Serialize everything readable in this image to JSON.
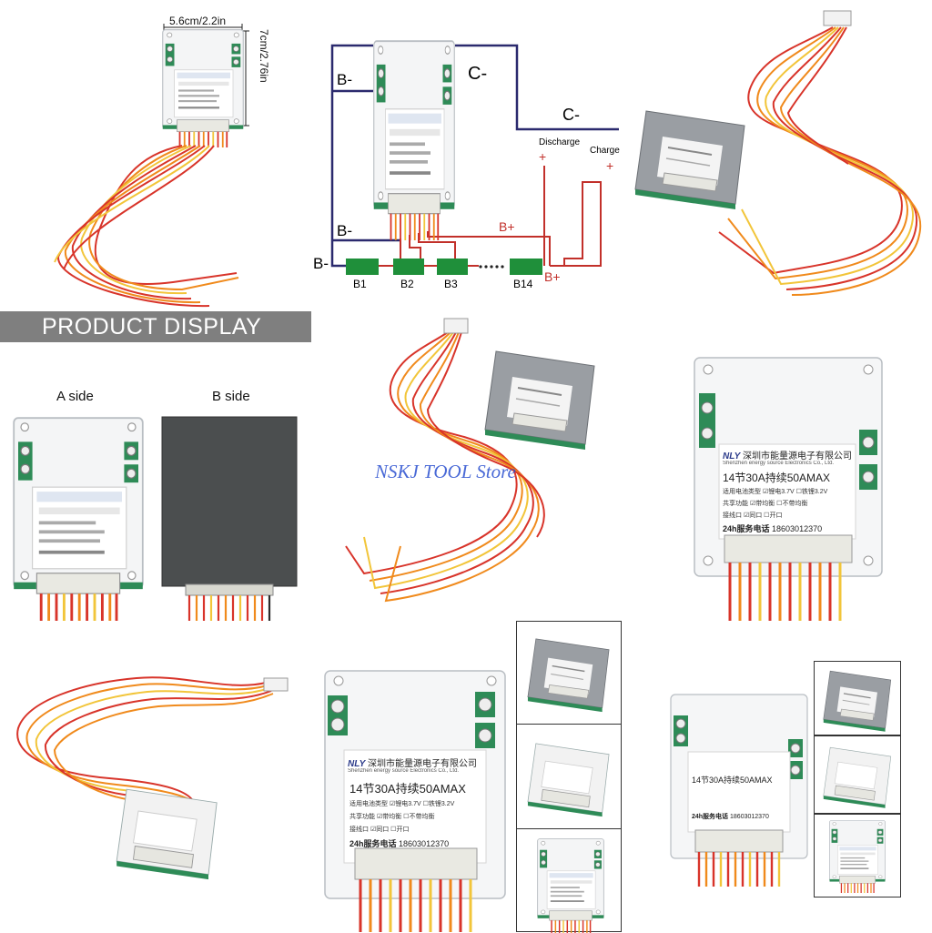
{
  "dimensions": {
    "width_label": "5.6cm/2.2in",
    "height_label": "7cm/2.76in"
  },
  "diagram": {
    "b_minus": "B-",
    "c_minus": "C-",
    "c_minus_right": "C-",
    "discharge": "Discharge",
    "charge": "Charge",
    "plus": "+",
    "b_plus": "B+",
    "cells": [
      "B1",
      "B2",
      "B3",
      "B14"
    ]
  },
  "banner": {
    "title": "PRODUCT DISPLAY"
  },
  "sides": {
    "a": "A side",
    "b": "B side"
  },
  "watermark": "NSKJ TOOL Store",
  "board": {
    "brand": "NLY",
    "company_cn": "深圳市能量源电子有限公司",
    "company_en": "Shenzhen energy source Electronics Co., Ltd.",
    "spec_line": "14节30A持续50AMAX",
    "row1_left": "适用电池类型",
    "row1_mid": "锂电3.7V",
    "row1_right": "铁锂3.2V",
    "row2_left": "共享功能",
    "row2_mid": "带均衡",
    "row2_right": "不带均衡",
    "row3_left": "接线口",
    "row3_mid": "同口",
    "row3_right": "开口",
    "service": "24h服务电话",
    "phone": "18603012370"
  },
  "colors": {
    "wire_red": "#d8342a",
    "wire_orange": "#f08a1c",
    "wire_yellow": "#f2c53a",
    "diagram_navy": "#2b2a6e",
    "diagram_red": "#c2302a",
    "cell_green": "#1f8f3a",
    "banner_grey": "#7f7f7f"
  }
}
